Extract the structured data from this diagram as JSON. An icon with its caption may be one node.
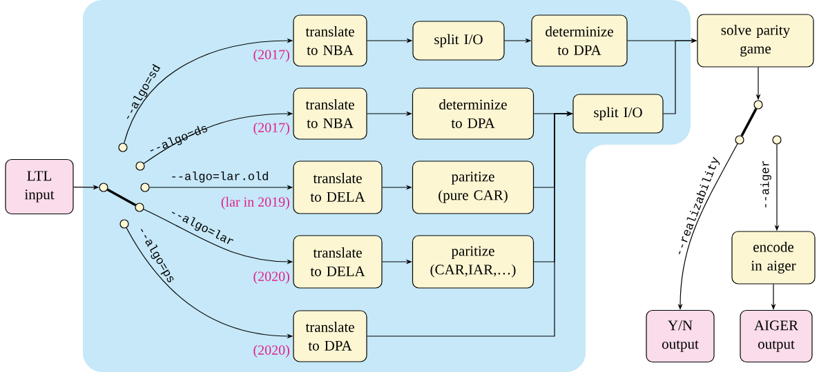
{
  "diagram": {
    "nodes": [
      {
        "text": [
          "LTL input"
        ]
      },
      {
        "text": [],
        "shape": "circle"
      },
      {
        "text": [],
        "shape": "circle"
      },
      {
        "text": [],
        "shape": "circle"
      },
      {
        "text": [],
        "shape": "circle"
      },
      {
        "text": [],
        "shape": "circle"
      },
      {
        "text": [],
        "shape": "circle"
      },
      {
        "text": [
          "translate to NBA"
        ],
        "beside": [
          "(2017)"
        ]
      },
      {
        "text": [
          "split I/O"
        ]
      },
      {
        "text": [
          "determinize to DPA"
        ]
      },
      {
        "text": [
          "solve parity game"
        ]
      },
      {
        "text": [
          "translate to NBA"
        ],
        "beside": [
          "(2017)"
        ]
      },
      {
        "text": [
          "determinize to DPA"
        ]
      },
      {
        "text": [
          "split I/O"
        ]
      },
      {
        "text": [
          "translate to DELA"
        ],
        "beside": [
          "(lar in 2019)"
        ]
      },
      {
        "text": [
          "paritize (pure CAR)"
        ]
      },
      {
        "text": [
          "translate to DELA"
        ],
        "beside": [
          "(2020)"
        ]
      },
      {
        "text": [
          "paritize (CAR,IAR,…)"
        ]
      },
      {
        "text": [
          "translate to DPA"
        ],
        "beside": [
          "(2020)"
        ]
      },
      {
        "text": [],
        "shape": "circle"
      },
      {
        "text": [],
        "shape": "circle"
      },
      {
        "text": [],
        "shape": "circle"
      },
      {
        "text": [
          "Y/N output"
        ]
      },
      {
        "text": [
          "encode in aiger"
        ]
      },
      {
        "text": [
          "AIGER output"
        ]
      }
    ],
    "edges": [
      {
        "from": 0,
        "to": 1,
        "arrow": "to"
      },
      {
        "from": 1,
        "to": 5,
        "arrow": "none",
        "style": "thick"
      },
      {
        "from": 2,
        "to": 7,
        "arrow": "to",
        "label": "--algo=sd"
      },
      {
        "from": 3,
        "to": 11,
        "arrow": "to",
        "label": "--algo=ds"
      },
      {
        "from": 4,
        "to": 14,
        "arrow": "to",
        "label": "--algo=lar.old"
      },
      {
        "from": 5,
        "to": 16,
        "arrow": "to",
        "label": "--algo=lar"
      },
      {
        "from": 6,
        "to": 18,
        "arrow": "to",
        "label": "--algo=ps"
      },
      {
        "from": 7,
        "to": 8,
        "arrow": "to"
      },
      {
        "from": 8,
        "to": 9,
        "arrow": "to"
      },
      {
        "from": 9,
        "to": 10,
        "arrow": "to"
      },
      {
        "from": 11,
        "to": 12,
        "arrow": "to"
      },
      {
        "from": 12,
        "to": 13,
        "arrow": "to"
      },
      {
        "from": 13,
        "to": 10,
        "arrow": "to"
      },
      {
        "from": 14,
        "to": 15,
        "arrow": "to"
      },
      {
        "from": 15,
        "to": 13,
        "arrow": "to"
      },
      {
        "from": 16,
        "to": 17,
        "arrow": "to"
      },
      {
        "from": 17,
        "to": 13,
        "arrow": "to"
      },
      {
        "from": 18,
        "to": 13,
        "arrow": "to"
      },
      {
        "from": 10,
        "to": 19,
        "arrow": "to"
      },
      {
        "from": 19,
        "to": 20,
        "arrow": "none",
        "style": "thick"
      },
      {
        "from": 20,
        "to": 22,
        "arrow": "to",
        "label": "--realizability"
      },
      {
        "from": 21,
        "to": 23,
        "arrow": "to",
        "label": "--aiger"
      },
      {
        "from": 23,
        "to": 24,
        "arrow": "to"
      }
    ]
  }
}
